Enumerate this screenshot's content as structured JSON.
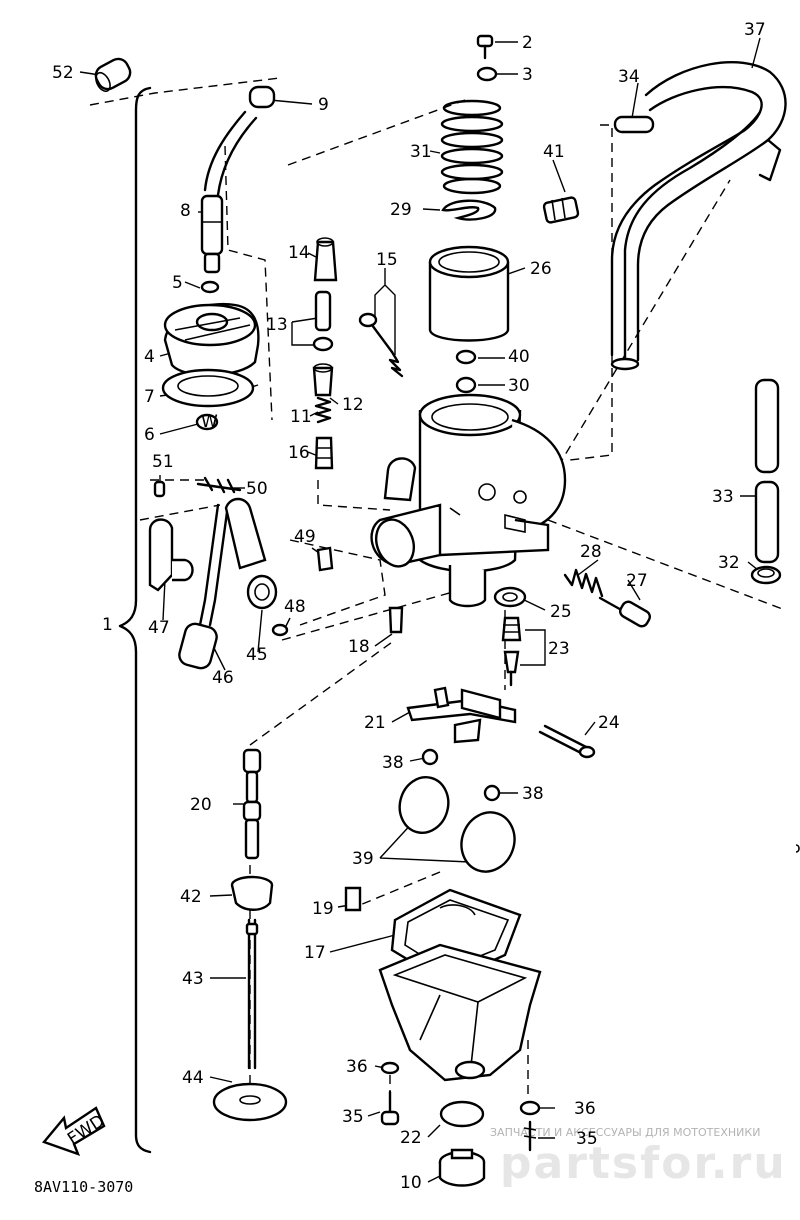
{
  "diagram_code": "8AV110-3070",
  "front_arrow_label": "FWD",
  "watermark_caption": "ЗАПЧАСТИ И АКСЕССУАРЫ ДЛЯ МОТОТЕХНИКИ",
  "watermark_logo": "partsfor.ru",
  "callouts": {
    "c1": "1",
    "c2": "2",
    "c3": "3",
    "c4": "4",
    "c5": "5",
    "c6": "6",
    "c7": "7",
    "c8": "8",
    "c9": "9",
    "c10": "10",
    "c11": "11",
    "c12": "12",
    "c13": "13",
    "c14": "14",
    "c15": "15",
    "c16": "16",
    "c17": "17",
    "c18": "18",
    "c19": "19",
    "c20": "20",
    "c21": "21",
    "c22": "22",
    "c23": "23",
    "c24": "24",
    "c25": "25",
    "c26": "26",
    "c27": "27",
    "c28": "28",
    "c29": "29",
    "c30": "30",
    "c31": "31",
    "c32": "32",
    "c33": "33",
    "c34": "34",
    "c35": "35",
    "c36": "36",
    "c37": "37",
    "c38": "38",
    "c39": "39",
    "c40": "40",
    "c41": "41",
    "c42": "42",
    "c43": "43",
    "c44": "44",
    "c45": "45",
    "c46": "46",
    "c47": "47",
    "c48": "48",
    "c49": "49",
    "c50": "50",
    "c51": "51",
    "c52": "52"
  }
}
